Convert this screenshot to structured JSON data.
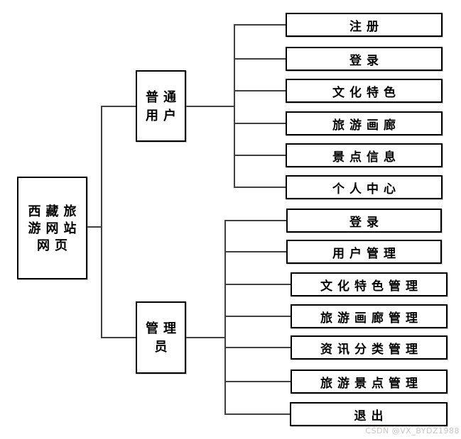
{
  "diagram": {
    "root": {
      "label": "西藏旅游网站网页",
      "lines": [
        "西藏旅",
        "游网站",
        "网页"
      ]
    },
    "branches": [
      {
        "label": "普通用户",
        "label_lines": [
          "普通",
          "用户"
        ],
        "children": [
          "注册",
          "登录",
          "文化特色",
          "旅游画廊",
          "景点信息",
          "个人中心"
        ]
      },
      {
        "label": "管理员",
        "label_lines": [
          "管理",
          "员"
        ],
        "children": [
          "登录",
          "用户管理",
          "文化特色管理",
          "旅游画廊管理",
          "资讯分类管理",
          "旅游景点管理",
          "退出"
        ]
      }
    ]
  },
  "watermark": "CSDN @VX_BYDZ1988",
  "colors": {
    "border": "#000000",
    "connector": "#404040",
    "text": "#000000",
    "watermark": "#ccc3c3",
    "background": "#ffffff"
  }
}
